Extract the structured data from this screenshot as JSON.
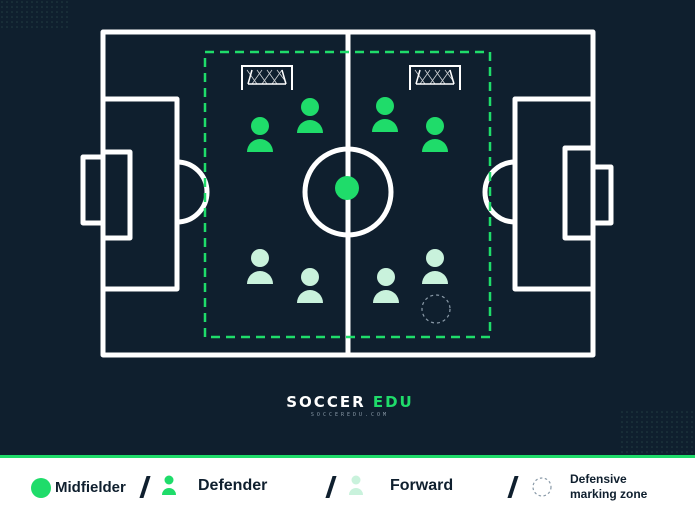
{
  "brand": {
    "part1": "SOCCER",
    "part2": "EDU",
    "sub": "SOCCEREDU.COM"
  },
  "legend": {
    "midfielder": "Midfielder",
    "defender": "Defender",
    "forward": "Forward",
    "zone_line1": "Defensive",
    "zone_line2": "marking zone"
  },
  "colors": {
    "background": "#0f1f2e",
    "lines": "#ffffff",
    "midfielder": "#1fdc6a",
    "defender": "#1fdc6a",
    "forward": "#c9f2dc",
    "zone_dash": "#1fdc6a"
  },
  "players": [
    {
      "role": "defender"
    },
    {
      "role": "defender"
    },
    {
      "role": "defender"
    },
    {
      "role": "defender"
    },
    {
      "role": "forward"
    },
    {
      "role": "forward"
    },
    {
      "role": "forward"
    },
    {
      "role": "forward"
    }
  ],
  "ball": {
    "role": "midfielder"
  }
}
